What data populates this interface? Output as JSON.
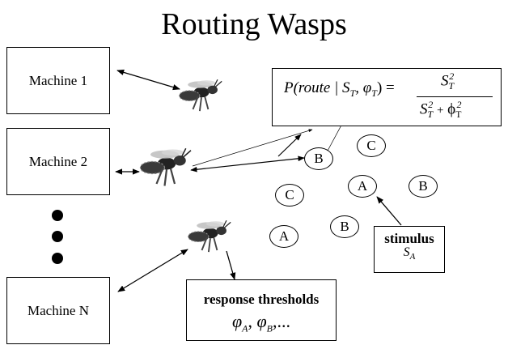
{
  "title": "Routing Wasps",
  "machines": [
    "Machine 1",
    "Machine 2",
    "Machine N"
  ],
  "tasks": [
    "B",
    "C",
    "C",
    "A",
    "B",
    "A",
    "B"
  ],
  "formula": {
    "lhs": "P(route | S",
    "lhs_sub1": "T",
    "lhs_mid": ", φ",
    "lhs_sub2": "T",
    "lhs_end": ") =",
    "num_base": "S",
    "num_sub": "T",
    "num_sup": "2",
    "den_base1": "S",
    "den_sub1": "T",
    "den_sup1": "2",
    "den_plus": "+",
    "den_base2": "ϕ",
    "den_sub2": "T",
    "den_sup2": "2"
  },
  "stimulus": {
    "label": "stimulus",
    "symbol": "S",
    "sub": "A"
  },
  "response": {
    "label": "response thresholds",
    "phi1": "φ",
    "sub1": "A",
    "sep": ",",
    "phi2": "φ",
    "sub2": "B",
    "tail": ",..."
  }
}
